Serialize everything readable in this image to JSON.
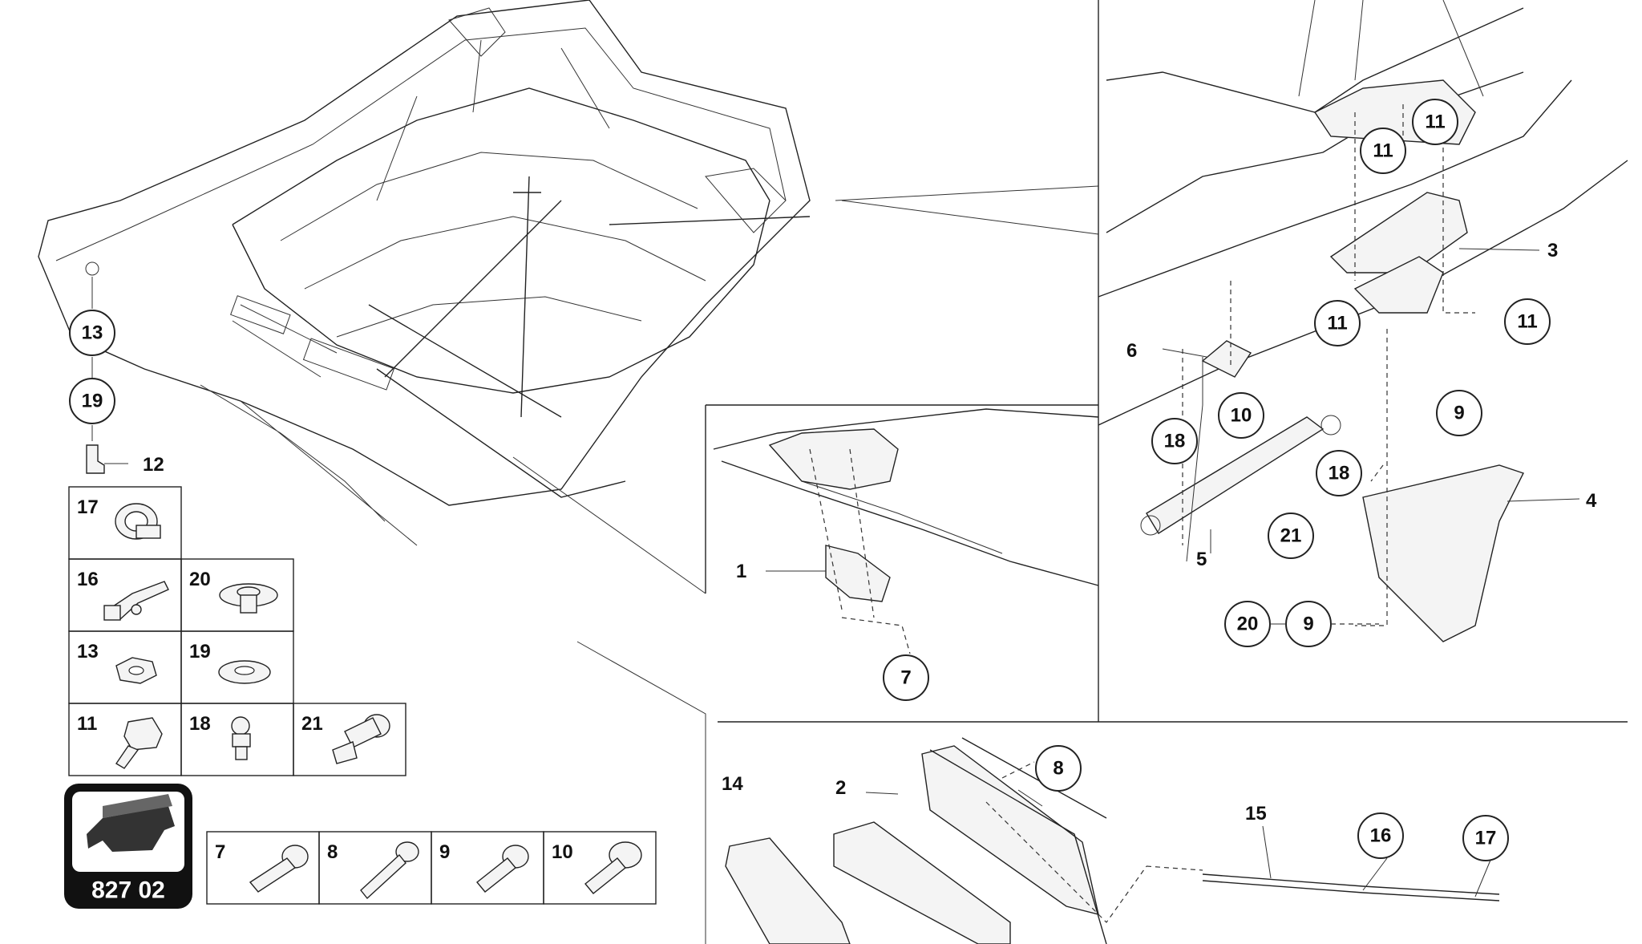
{
  "diagram": {
    "page_code": "827 02",
    "callouts": {
      "c13": "13",
      "c19": "19",
      "c12": "12",
      "c1": "1",
      "c7": "7",
      "c11a": "11",
      "c11b": "11",
      "c11c": "11",
      "c11d": "11",
      "c3": "3",
      "c6": "6",
      "c10": "10",
      "c18a": "18",
      "c18b": "18",
      "c5": "5",
      "c9a": "9",
      "c4": "4",
      "c21": "21",
      "c20": "20",
      "c9b": "9",
      "c8": "8",
      "c2": "2",
      "c14": "14",
      "c15": "15",
      "c16": "16",
      "c17": "17"
    },
    "legend_parts": {
      "p17": "17",
      "p16": "16",
      "p20": "20",
      "p13": "13",
      "p19": "19",
      "p11": "11",
      "p18": "18",
      "p21": "21",
      "b7": "7",
      "b8": "8",
      "b9": "9",
      "b10": "10"
    }
  }
}
